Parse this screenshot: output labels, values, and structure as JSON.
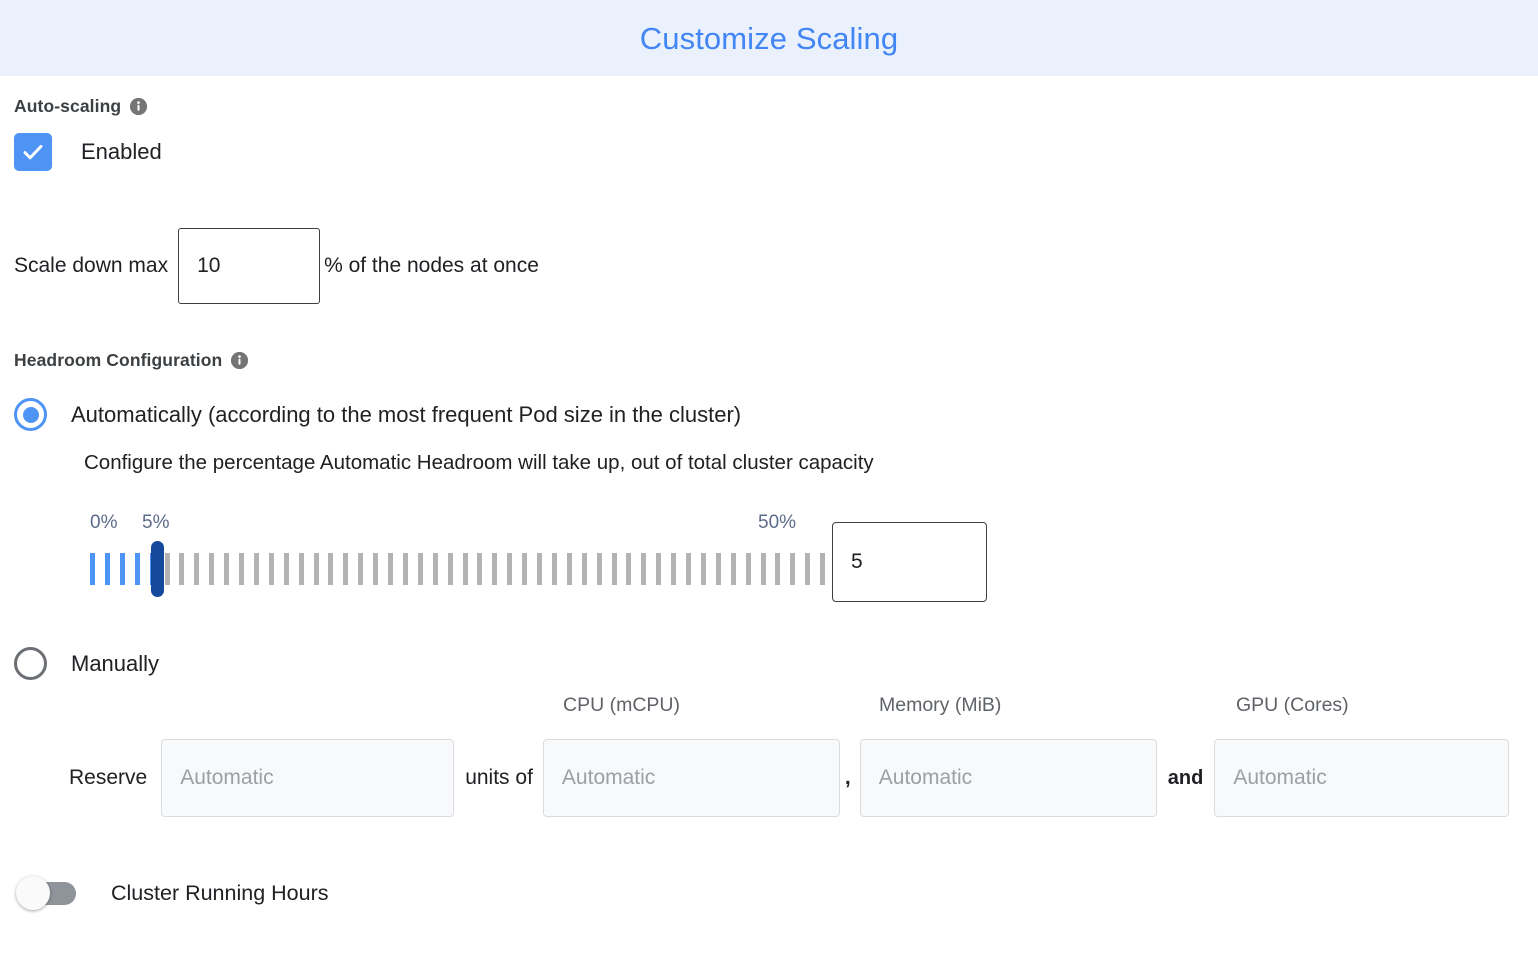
{
  "header": {
    "title": "Customize Scaling"
  },
  "autoscaling": {
    "section_title": "Auto-scaling",
    "info_icon": "info-icon",
    "enabled_label": "Enabled",
    "enabled_checked": true,
    "scale_down": {
      "prefix_label": "Scale down max",
      "value": "10",
      "suffix_label": "% of the nodes at once"
    }
  },
  "headroom": {
    "section_title": "Headroom Configuration",
    "info_icon": "info-icon",
    "automatic": {
      "label": "Automatically (according to the most frequent Pod size in the cluster)",
      "selected": true,
      "description": "Configure the percentage Automatic Headroom will take up, out of total cluster capacity"
    },
    "slider": {
      "min_label": "0%",
      "current_label": "5%",
      "max_label": "50%",
      "min": 0,
      "max": 50,
      "value": 5,
      "ticks": 50,
      "value_input": "5",
      "filled_color": "#4e94f4",
      "empty_color": "#b3b3b3",
      "thumb_color": "#15499c"
    },
    "manual": {
      "label": "Manually",
      "selected": false,
      "reserve_word": "Reserve",
      "units_of_word": "units of",
      "comma": ",",
      "and_word": "and",
      "fields": [
        {
          "name": "units",
          "column_label": "",
          "placeholder": "Automatic",
          "value": ""
        },
        {
          "name": "cpu",
          "column_label": "CPU (mCPU)",
          "placeholder": "Automatic",
          "value": ""
        },
        {
          "name": "memory",
          "column_label": "Memory (MiB)",
          "placeholder": "Automatic",
          "value": ""
        },
        {
          "name": "gpu",
          "column_label": "GPU (Cores)",
          "placeholder": "Automatic",
          "value": ""
        }
      ]
    }
  },
  "cluster_running_hours": {
    "label": "Cluster Running Hours",
    "enabled": false
  },
  "colors": {
    "accent_blue": "#4285f4",
    "header_bg": "#eaf1fd",
    "control_blue": "#4e94f4",
    "thumb_blue": "#15499c",
    "tick_gray": "#b3b3b3",
    "muted_text": "#5f6368"
  }
}
